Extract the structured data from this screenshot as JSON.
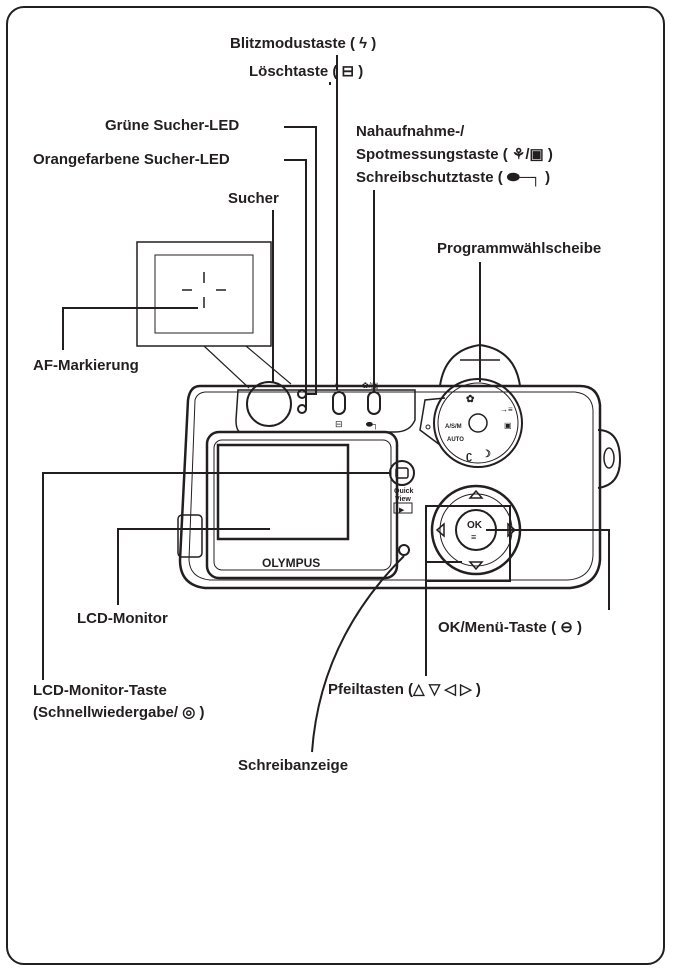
{
  "labels": {
    "flash": "Blitzmodustaste ( ϟ )",
    "erase": "Löschtaste ( ⊟ )",
    "green_led": "Grüne Sucher-LED",
    "orange_led": "Orangefarbene Sucher-LED",
    "macro_line1": "Nahaufnahme-/",
    "macro_line2": "Spotmessungstaste  ( ⚘/▣ )",
    "protect": "Schreibschutztaste ( ⬬─┐ )",
    "viewfinder": "Sucher",
    "mode_dial": "Programmwählscheibe",
    "af_mark": "AF-Markierung",
    "lcd_monitor": "LCD-Monitor",
    "ok_menu": "OK/Menü-Taste ( ⊖ )",
    "lcd_button_line1": "LCD-Monitor-Taste",
    "lcd_button_line2": "(Schnellwiedergabe/ ◎ )",
    "arrows": "Pfeiltasten (△ ▽ ◁ ▷ )",
    "write_indicator": "Schreibanzeige"
  },
  "camera": {
    "brand": "OLYMPUS",
    "quick_view_line1": "Quick",
    "quick_view_line2": "View",
    "ok_text": "OK",
    "dial_mode": "A/S/M",
    "dial_auto": "AUTO"
  },
  "colors": {
    "ink": "#231f20",
    "body": "#ffffff"
  }
}
